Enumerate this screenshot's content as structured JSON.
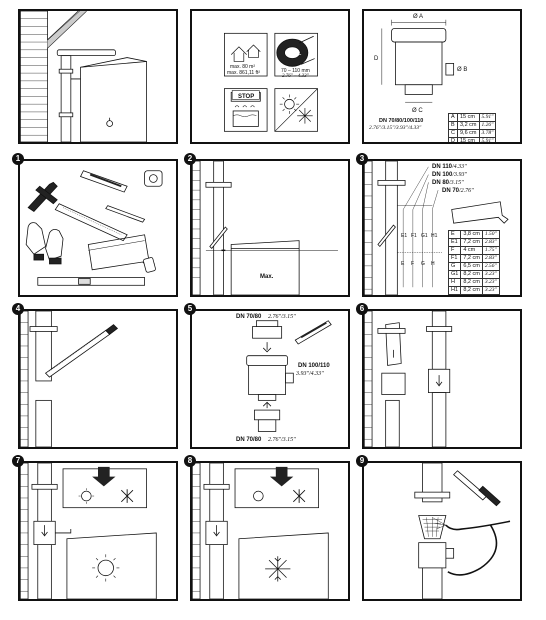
{
  "step_numbers": [
    "1",
    "2",
    "3",
    "4",
    "5",
    "6",
    "7",
    "8",
    "9"
  ],
  "overview": {
    "area_max": "max. 80 m²",
    "area_max_ft": "max. 861,11 ft²",
    "pipe_label": "max.",
    "pipe_range_mm": "70 – 110 mm",
    "pipe_range_in": "2.76\" – 4.33\"",
    "stop_label": "STOP"
  },
  "dimensions": {
    "label_a": "Ø A",
    "label_b": "Ø B",
    "label_c": "Ø C",
    "label_d": "D",
    "dn_label": "DN 70/80/100/110",
    "dn_inch": "2.76\"/3.15\"/3.93\"/4.33\"",
    "rows": [
      {
        "key": "A",
        "cm": "15 cm",
        "inch": "5.91\""
      },
      {
        "key": "B",
        "cm": "3,2 cm",
        "inch": "1.26\""
      },
      {
        "key": "C",
        "cm": "9,6 cm",
        "inch": "3.78\""
      },
      {
        "key": "D",
        "cm": "15 cm",
        "inch": "5.91\""
      }
    ]
  },
  "step2": {
    "tank_label": "Max."
  },
  "step3": {
    "dn_list": [
      {
        "dn": "DN 110",
        "inch": "/4.33\""
      },
      {
        "dn": "DN 100",
        "inch": "/3.93\""
      },
      {
        "dn": "DN 80",
        "inch": "/3.15\""
      },
      {
        "dn": "DN 70",
        "inch": "/2.76\""
      }
    ],
    "marks": [
      "E1",
      "F1",
      "G1",
      "H1",
      "E",
      "F",
      "G",
      "H"
    ],
    "rows": [
      {
        "key": "E",
        "cm": "3,8 cm",
        "inch": "1.50\""
      },
      {
        "key": "E1",
        "cm": "7,2 cm",
        "inch": "2.83\""
      },
      {
        "key": "F",
        "cm": "4 cm",
        "inch": "1.75\""
      },
      {
        "key": "F1",
        "cm": "7,2 cm",
        "inch": "2.83\""
      },
      {
        "key": "G",
        "cm": "6,5 cm",
        "inch": "2.56\""
      },
      {
        "key": "G1",
        "cm": "8,2 cm",
        "inch": "3.23\""
      },
      {
        "key": "H",
        "cm": "8,2 cm",
        "inch": "3.23\""
      },
      {
        "key": "H1",
        "cm": "8,2 cm",
        "inch": "3.23\""
      }
    ]
  },
  "step5": {
    "top_dn": "DN 70/80",
    "top_inch": "2.76\"/3.15\"",
    "side_dn": "DN 100/110",
    "side_inch": "3.93\"/4.33\"",
    "bottom_dn": "DN 70/80",
    "bottom_inch": "2.76\"/3.15\""
  }
}
